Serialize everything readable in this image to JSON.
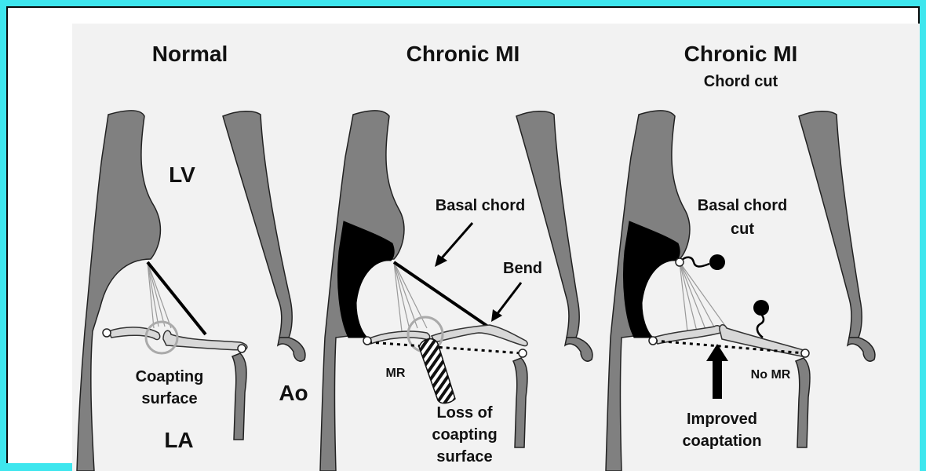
{
  "colors": {
    "page_background": "#3ee6ee",
    "frame_background": "#ffffff",
    "figure_background": "#f2f2f2",
    "tissue_gray": "#808080",
    "ischemic_black": "#000000",
    "ring_gray": "#aaaaaa"
  },
  "panels": [
    {
      "title": "Normal",
      "subtitle": "",
      "labels": {
        "lv": "LV",
        "ao": "Ao",
        "la": "LA",
        "coapting_1": "Coapting",
        "coapting_2": "surface"
      }
    },
    {
      "title": "Chronic MI",
      "subtitle": "",
      "labels": {
        "basal_chord": "Basal chord",
        "bend": "Bend",
        "mr": "MR",
        "loss_1": "Loss of",
        "loss_2": "coapting",
        "loss_3": "surface"
      }
    },
    {
      "title": "Chronic MI",
      "subtitle": "Chord cut",
      "labels": {
        "cut_1": "Basal chord",
        "cut_2": "cut",
        "no_mr": "No MR",
        "improved_1": "Improved",
        "improved_2": "coaptation"
      }
    }
  ]
}
